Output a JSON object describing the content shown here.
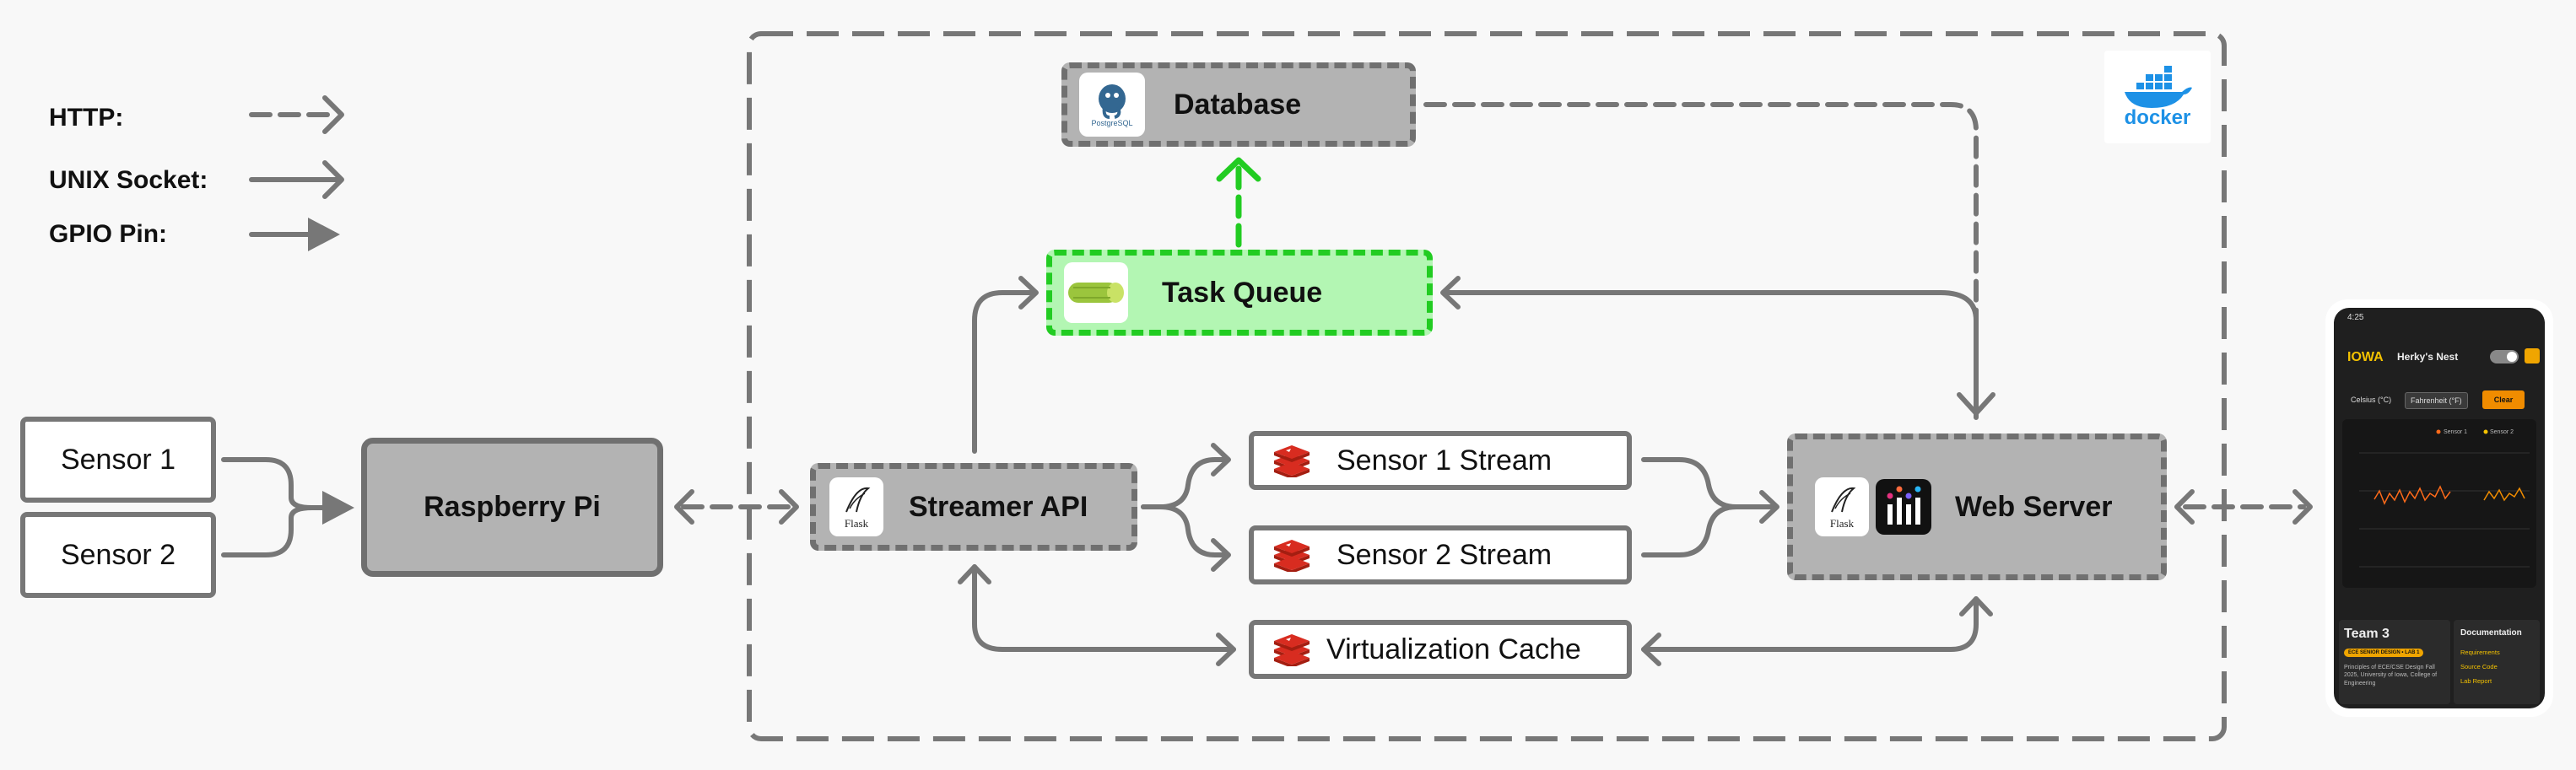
{
  "legend": {
    "http_label": "HTTP:",
    "unix_label": "UNIX Socket:",
    "gpio_label": "GPIO Pin:"
  },
  "nodes": {
    "sensor1": "Sensor 1",
    "sensor2": "Sensor 2",
    "raspberry_pi": "Raspberry Pi",
    "streamer_api": "Streamer API",
    "task_queue": "Task Queue",
    "database": "Database",
    "sensor1_stream": "Sensor 1 Stream",
    "sensor2_stream": "Sensor 2 Stream",
    "virtualization_cache": "Virtualization Cache",
    "web_server": "Web Server"
  },
  "logos": {
    "flask": "Flask",
    "postgres": "PostgreSQL",
    "docker": "docker"
  },
  "phone": {
    "time": "4:25",
    "brand": "IOWA",
    "app_title": "Herky's Nest",
    "unit_c": "Celsius (°C)",
    "unit_f": "Fahrenheit (°F)",
    "clear": "Clear",
    "legend_s1": "Sensor 1",
    "legend_s2": "Sensor 2",
    "team": "Team 3",
    "badge": "ECE SENIOR DESIGN • LAB 1",
    "desc": "Principles of ECE/CSE Design Fall 2025, University of Iowa, College of Engineering",
    "doc_title": "Documentation",
    "links": [
      "Requirements",
      "Source Code",
      "Lab Report"
    ]
  },
  "colors": {
    "gray_fill": "#b3b3b3",
    "gray_stroke": "#707070",
    "green_fill": "#b3f6b3",
    "green_stroke": "#22cc22",
    "redis_red": "#d82c20",
    "docker_blue": "#1d91e6",
    "accent_orange": "#f08c00"
  }
}
